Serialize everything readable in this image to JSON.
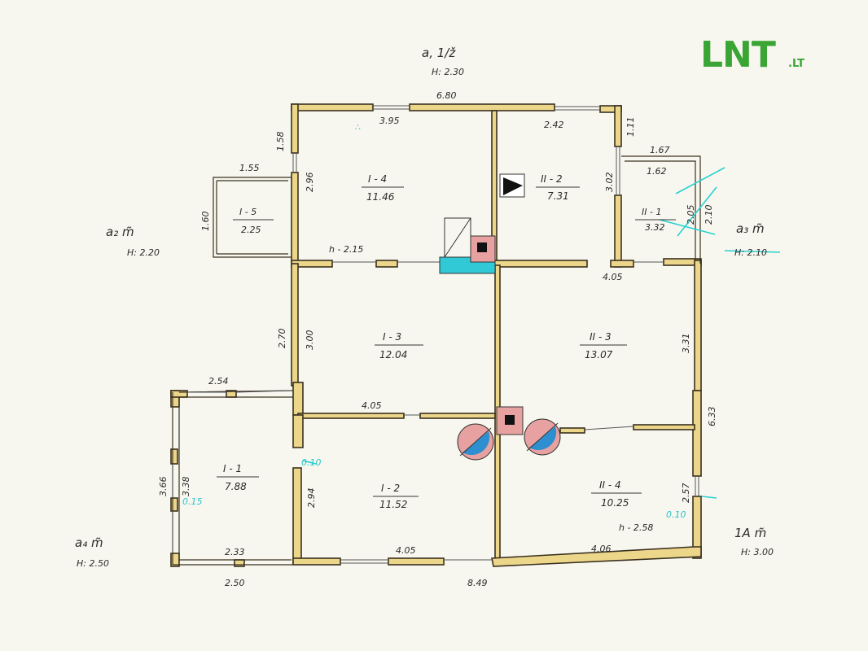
{
  "logo": {
    "main": "LNT",
    "suffix": ".LT",
    "color": "#3aa535"
  },
  "building_label": {
    "code": "a, 1/ž",
    "height": "H: 2.30"
  },
  "annexes": [
    {
      "id": "a2",
      "code": "a₂ m̃",
      "height": "H: 2.20"
    },
    {
      "id": "a3",
      "code": "a₃ m̃",
      "height": "H: 2.10"
    },
    {
      "id": "a4",
      "code": "a₄ m̃",
      "height": "H: 2.50"
    },
    {
      "id": "1A",
      "code": "1A m̃",
      "height": "H: 3.00"
    }
  ],
  "rooms": [
    {
      "id": "I-4",
      "label": "I - 4",
      "area": "11.46"
    },
    {
      "id": "II-2",
      "label": "II - 2",
      "area": "7.31"
    },
    {
      "id": "II-1",
      "label": "II - 1",
      "area": "3.32"
    },
    {
      "id": "I-5",
      "label": "I - 5",
      "area": "2.25"
    },
    {
      "id": "I-3",
      "label": "I - 3",
      "area": "12.04"
    },
    {
      "id": "II-3",
      "label": "II - 3",
      "area": "13.07"
    },
    {
      "id": "I-1",
      "label": "I - 1",
      "area": "7.88"
    },
    {
      "id": "I-2",
      "label": "I - 2",
      "area": "11.52"
    },
    {
      "id": "II-4",
      "label": "II - 4",
      "area": "10.25"
    }
  ],
  "dimensions": {
    "top_total": "6.80",
    "i4_width": "3.95",
    "ii2_width": "2.42",
    "left_upper": "1.58",
    "i4_height": "2.96",
    "ii2_height": "3.02",
    "ii2_right": "1.11",
    "porch_top_outer": "1.67",
    "porch_top_inner": "1.62",
    "porch_height_inner": "2.05",
    "porch_height_outer": "2.10",
    "vest_width": "1.55",
    "vest_height": "1.60",
    "h_215": "h - 2.15",
    "mid_right": "4.05",
    "i3_left_outer": "2.70",
    "i3_left_inner": "3.00",
    "right_ii3": "3.31",
    "i3_bottom": "4.05",
    "right_total": "6.33",
    "i1_top": "2.54",
    "i1_left_outer": "3.66",
    "i1_left_inner": "3.38",
    "i1_bottom_inner": "2.33",
    "i1_bottom_outer": "2.50",
    "i2_left": "2.94",
    "i2_bottom": "4.05",
    "ii4_right": "2.57",
    "h_258": "h - 2.58",
    "ii4_bottom": "4.06",
    "bottom_total": "8.49"
  }
}
